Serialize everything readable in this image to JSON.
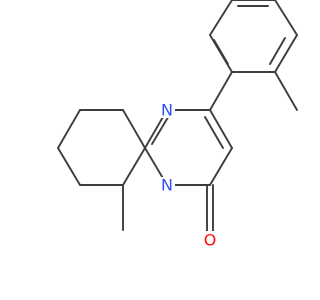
{
  "molecule": {
    "atoms": [
      {
        "id": "N1",
        "label": "N",
        "color": "#3050f8"
      },
      {
        "id": "N2",
        "label": "N",
        "color": "#3050f8"
      },
      {
        "id": "O1",
        "label": "O",
        "color": "#ff0d0d"
      }
    ],
    "bond_color": "#3d3d3d"
  }
}
